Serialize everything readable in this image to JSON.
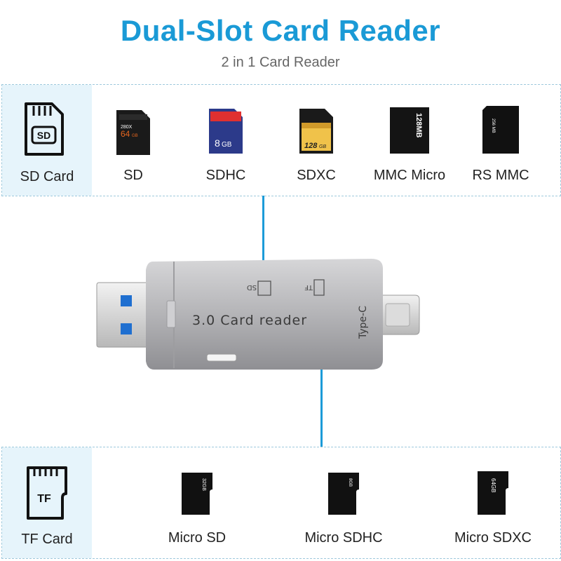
{
  "header": {
    "title": "Dual-Slot Card Reader",
    "subtitle": "2 in 1 Card Reader"
  },
  "sd_section": {
    "category_label": "SD Card",
    "category_icon_text": "SD",
    "cards": [
      {
        "label": "SD",
        "card_text": "64",
        "card_unit": "GB",
        "card_small": "280X"
      },
      {
        "label": "SDHC",
        "card_text": "8",
        "card_unit": "GB"
      },
      {
        "label": "SDXC",
        "card_text": "128",
        "card_unit": "GB"
      },
      {
        "label": "MMC Micro",
        "card_text": "128MB"
      },
      {
        "label": "RS MMC",
        "card_text": "256 MB"
      }
    ]
  },
  "device": {
    "main_text": "3.0 Card reader",
    "sd_slot_text": "SD",
    "tf_slot_text": "TF",
    "typec_text": "Type-C"
  },
  "tf_section": {
    "category_label": "TF Card",
    "category_icon_text": "TF",
    "cards": [
      {
        "label": "Micro SD",
        "card_text": "32GB"
      },
      {
        "label": "Micro SDHC",
        "card_text": "8GB"
      },
      {
        "label": "Micro SDXC",
        "card_text": "64GB"
      }
    ]
  },
  "colors": {
    "accent": "#1a9ad6",
    "panel_head_bg": "#e6f4fb",
    "reader_body": "#b3b3b6"
  }
}
